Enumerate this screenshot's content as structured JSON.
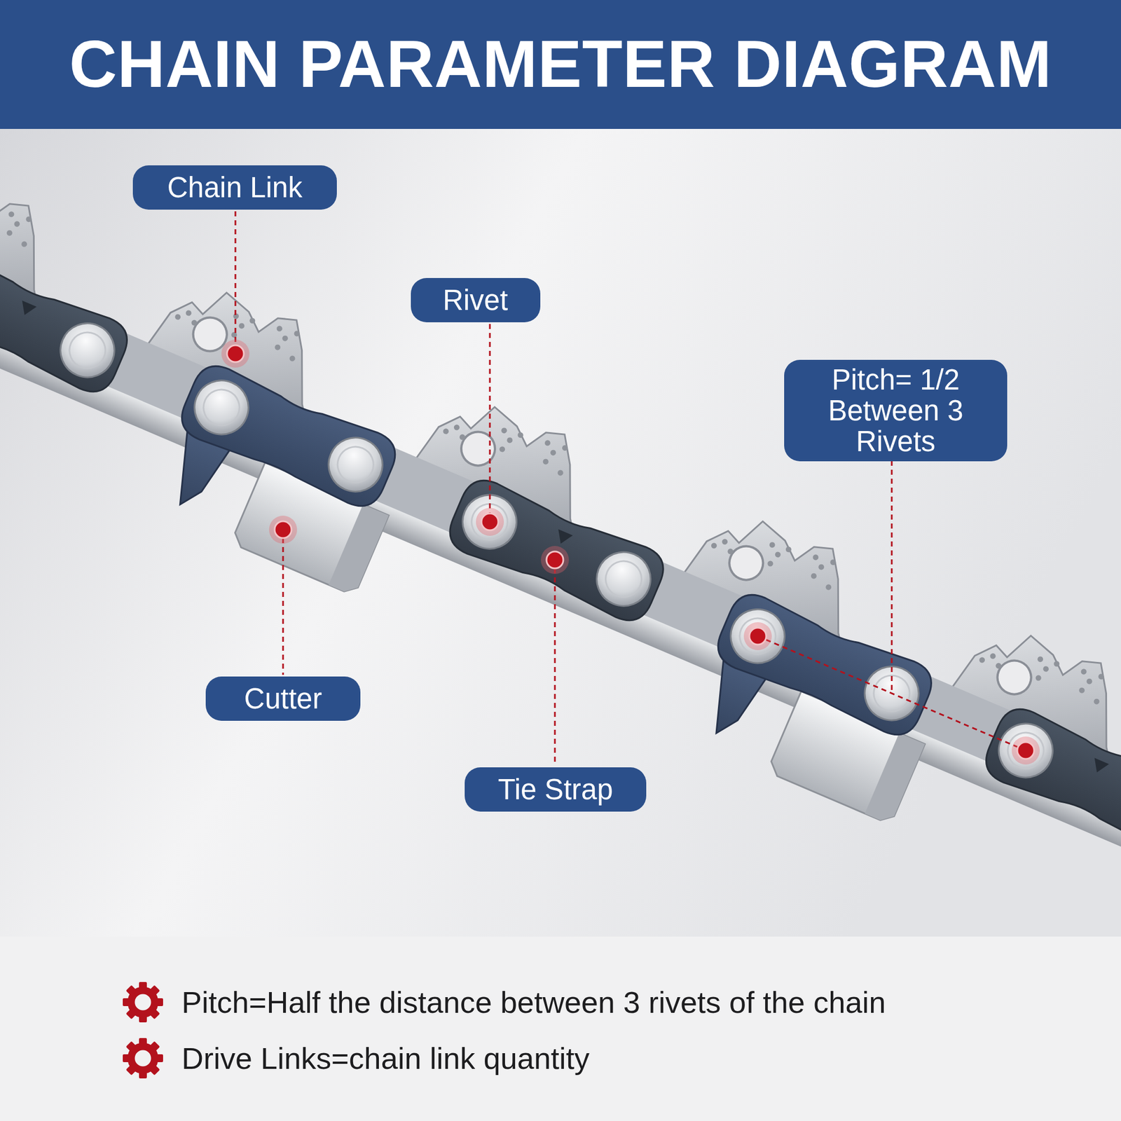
{
  "diagram": {
    "title": "CHAIN PARAMETER DIAGRAM",
    "nodes": [
      {
        "text": [
          "Chain Link"
        ]
      },
      {
        "text": [
          "Rivet"
        ]
      },
      {
        "text": [
          "Pitch= 1/2 Between 3 Rivets"
        ]
      },
      {
        "text": [
          "Cutter"
        ]
      },
      {
        "text": [
          "Tie Strap"
        ]
      }
    ],
    "labels": [
      "Pitch=Half the distance between 3 rivets of the chain",
      "Drive Links=chain link quantity"
    ]
  }
}
